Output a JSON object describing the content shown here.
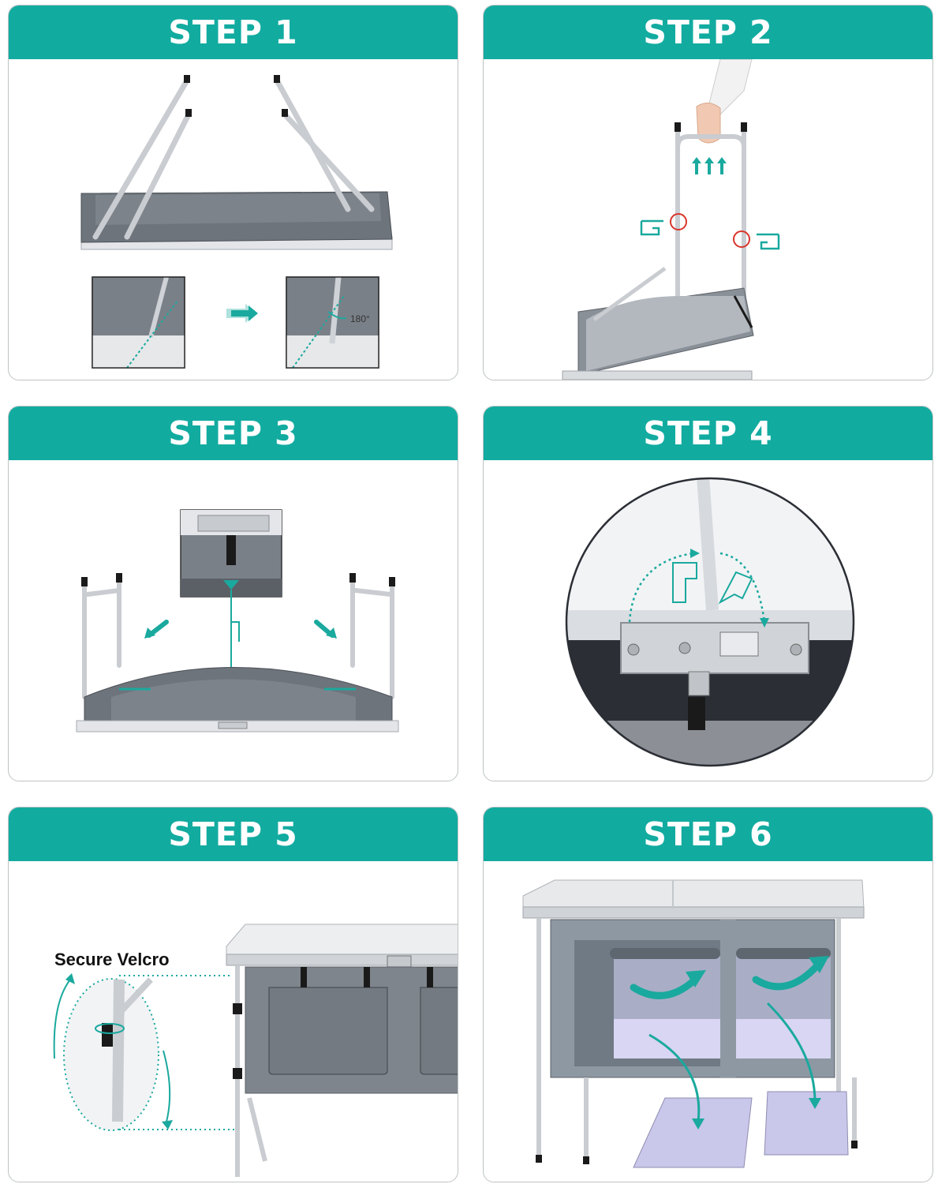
{
  "steps": [
    {
      "label": "STEP 1",
      "annotation": "180°"
    },
    {
      "label": "STEP 2"
    },
    {
      "label": "STEP 3"
    },
    {
      "label": "STEP 4"
    },
    {
      "label": "STEP 5",
      "annotation": "Secure Velcro"
    },
    {
      "label": "STEP 6"
    }
  ],
  "colors": {
    "header": "#12aba0",
    "accent": "#1aa99e",
    "fabric": "#6b727a",
    "frame": "#c9ccd0",
    "border": "#bfc4c4"
  },
  "icons": [
    "arrow-icon",
    "pointing-hand-icon",
    "hand-icon",
    "rotate-arrow-icon",
    "magnify-circle-icon"
  ]
}
